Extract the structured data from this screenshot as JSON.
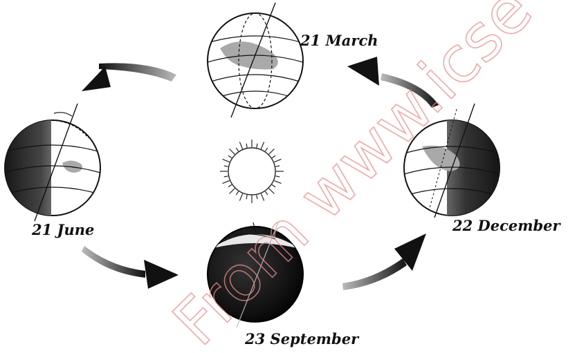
{
  "labels": {
    "march": "21 March",
    "june": "21 June",
    "september": "23 September",
    "december": "22 December"
  },
  "watermark": "From www.icse",
  "colors": {
    "ink": "#111111",
    "shade_dark": "#1a1a1a",
    "shade_mid": "#555555",
    "land": "#a9a9a9",
    "watermark": "#e98c8c"
  },
  "icons": [
    "globe-icon",
    "sun-icon",
    "arrow-icon"
  ]
}
